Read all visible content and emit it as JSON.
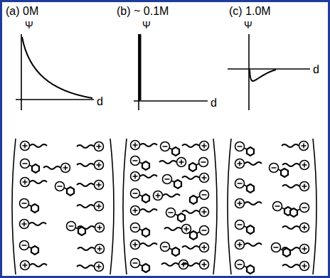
{
  "diagram": {
    "labels": [
      "(a) 0M",
      "(b) ~ 0.1M",
      "(c) 1.0M",
      "Ψ",
      "d",
      "Ψ",
      "d",
      "Ψ",
      "d"
    ]
  }
}
